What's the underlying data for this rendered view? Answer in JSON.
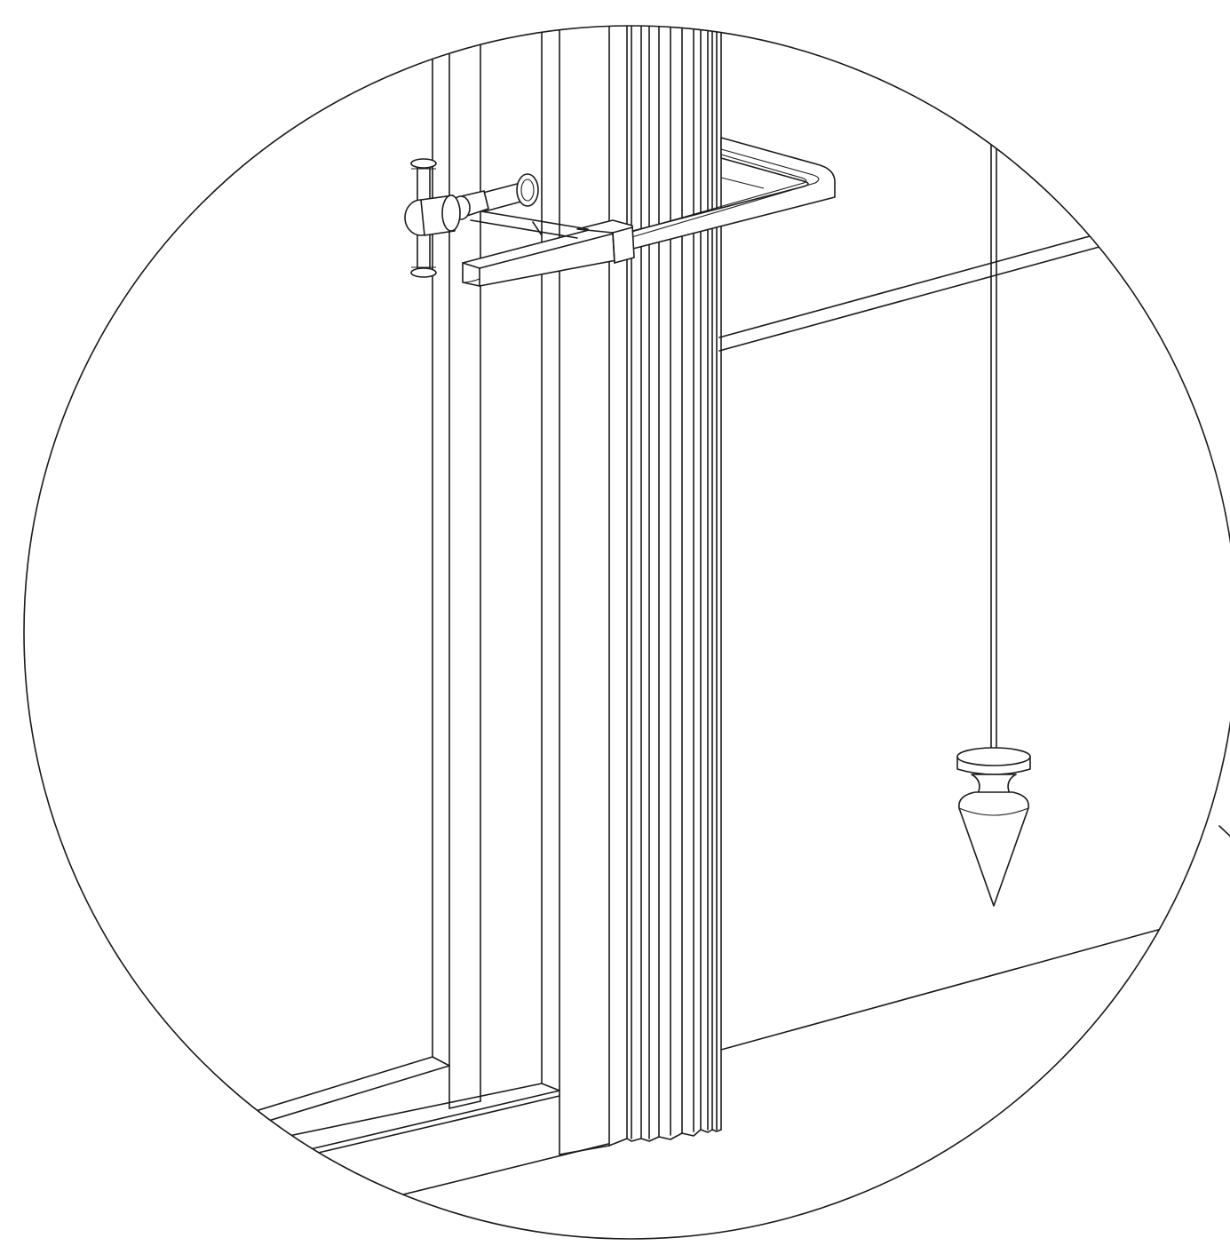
{
  "illustration": {
    "subject": "plumb-line-installation-detail",
    "components": [
      "door-frame-profile",
      "plumb-bob-bracket",
      "plumb-line",
      "plumb-bob",
      "wall-edge",
      "floor-edge"
    ]
  },
  "colors": {
    "line": "#1a1a1a",
    "background": "#ffffff"
  }
}
